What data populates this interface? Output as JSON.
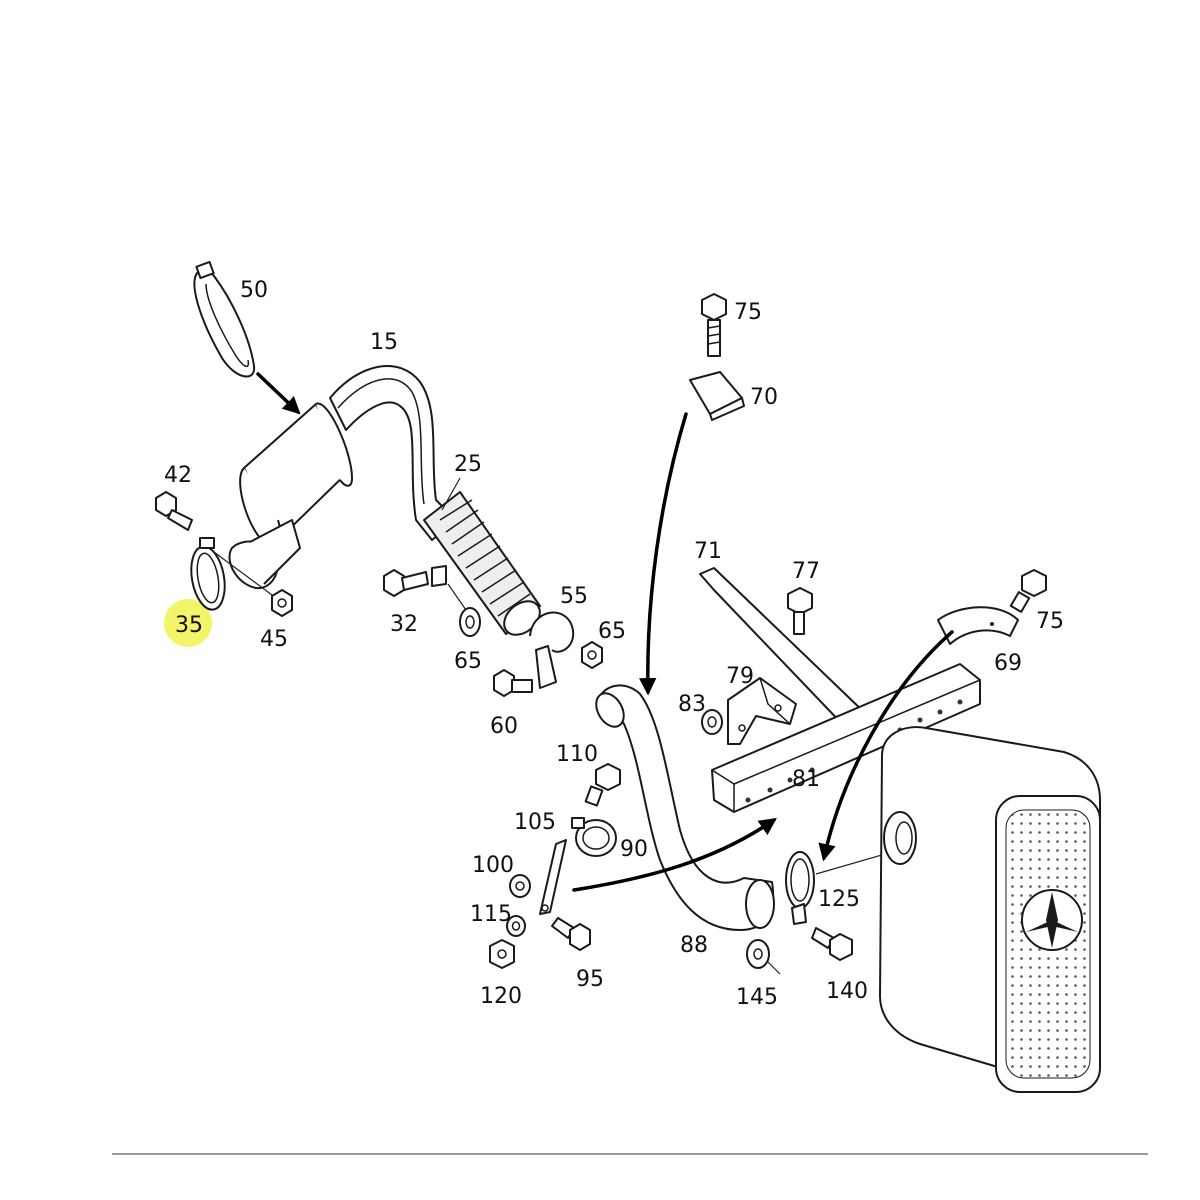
{
  "diagram": {
    "highlight_color": "#f4f46a",
    "highlighted_part": "35",
    "part_labels": {
      "p15": "15",
      "p25": "25",
      "p32": "32",
      "p35": "35",
      "p42": "42",
      "p45": "45",
      "p50": "50",
      "p55": "55",
      "p60": "60",
      "p65a": "65",
      "p65b": "65",
      "p69": "69",
      "p70": "70",
      "p71": "71",
      "p75a": "75",
      "p75b": "75",
      "p77": "77",
      "p79": "79",
      "p81": "81",
      "p83": "83",
      "p88": "88",
      "p90": "90",
      "p95": "95",
      "p100": "100",
      "p105": "105",
      "p110": "110",
      "p115": "115",
      "p120": "120",
      "p125": "125",
      "p140": "140",
      "p145": "145"
    }
  }
}
